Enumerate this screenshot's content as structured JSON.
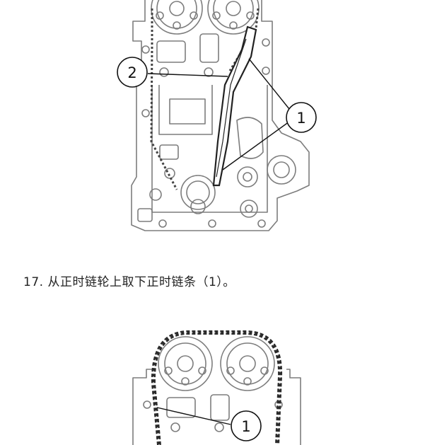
{
  "figure_top": {
    "callouts": [
      {
        "label": "2"
      },
      {
        "label": "1"
      }
    ]
  },
  "step": {
    "number": "17.",
    "text": "从正时链轮上取下正时链条（1）。"
  },
  "figure_bottom": {
    "callouts": [
      {
        "label": "1"
      }
    ]
  }
}
